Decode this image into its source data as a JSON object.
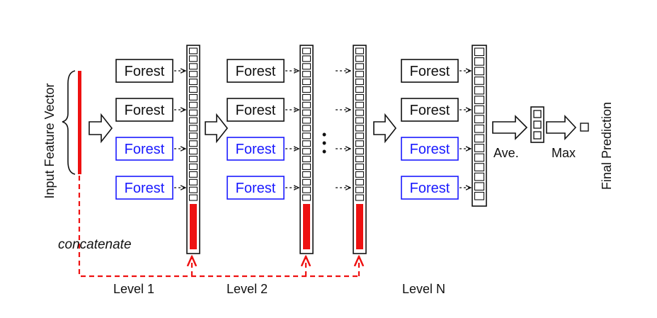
{
  "diagram": {
    "input_label": "Input Feature Vector",
    "concat_label": "concatenate",
    "forest_label": "Forest",
    "ellipsis": "•",
    "ave_label": "Ave.",
    "max_label": "Max",
    "final_label": "Final Prediction",
    "levels": [
      {
        "label": "Level 1"
      },
      {
        "label": "Level 2"
      },
      {
        "label": "Level N"
      }
    ],
    "colors": {
      "black_forest": "#111111",
      "blue_forest": "#1a1aff",
      "concat_red": "#ee1111"
    }
  }
}
